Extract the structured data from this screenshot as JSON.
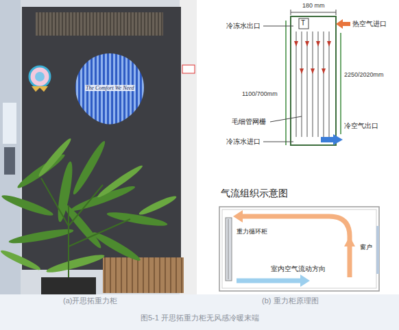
{
  "diagram": {
    "caption": "图5-1 开思拓重力柜无风感冷暖末端",
    "labels": [
      "The Comfort We Need",
      "180 mm",
      "冷冻水出口",
      "T",
      "热空气进口",
      "1100/700mm",
      "2250/2020mm",
      "毛细管网栅",
      "冷冻水进口",
      "冷空气出口",
      "气流组织示意图",
      "重力循环柜",
      "室内空气流动方向",
      "窗户",
      "(a)开思拓重力柜",
      "(b) 重力柜原理图"
    ]
  }
}
